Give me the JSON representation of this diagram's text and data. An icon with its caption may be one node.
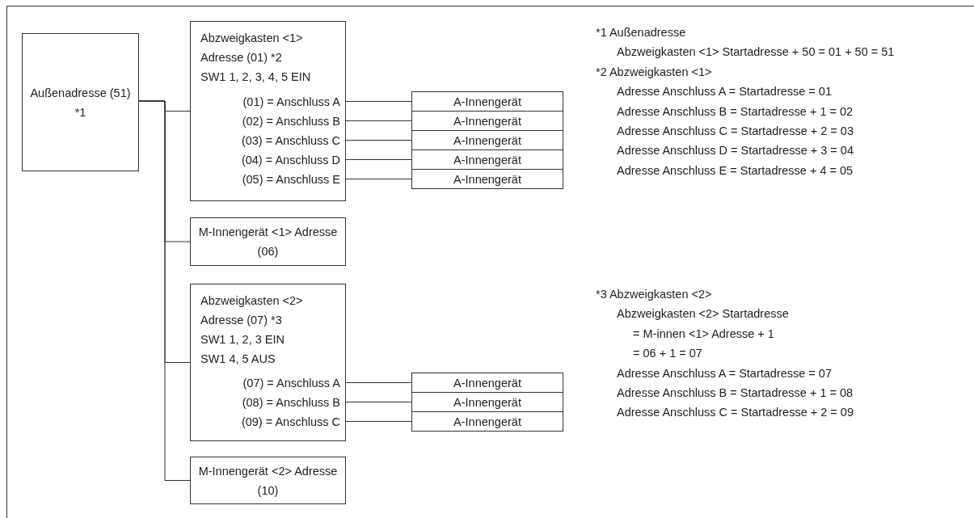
{
  "diagram": {
    "nodes": [
      {
        "text": [
          "Außenadresse (51) *1"
        ]
      },
      {
        "text": [
          "Abzweigkasten <1>",
          "Adresse (01) *2",
          "SW1 1, 2, 3, 4, 5 EIN"
        ]
      },
      {
        "text": [
          "(01) = Anschluss A"
        ],
        "in": 1
      },
      {
        "text": [
          "(02) = Anschluss B"
        ],
        "in": 1
      },
      {
        "text": [
          "(03) = Anschluss C"
        ],
        "in": 1
      },
      {
        "text": [
          "(04) = Anschluss D"
        ],
        "in": 1
      },
      {
        "text": [
          "(05) = Anschluss E"
        ],
        "in": 1
      },
      {
        "text": [
          "A-Innengerät"
        ]
      },
      {
        "text": [
          "A-Innengerät"
        ]
      },
      {
        "text": [
          "A-Innengerät"
        ]
      },
      {
        "text": [
          "A-Innengerät"
        ]
      },
      {
        "text": [
          "A-Innengerät"
        ]
      },
      {
        "text": [
          "M-Innengerät <1> Adresse (06)"
        ]
      },
      {
        "text": [
          "Abzweigkasten <2>",
          "Adresse (07) *3",
          "SW1 1, 2, 3 EIN",
          "SW1 4, 5 AUS"
        ]
      },
      {
        "text": [
          "(07) = Anschluss A"
        ],
        "in": 13
      },
      {
        "text": [
          "(08) = Anschluss B"
        ],
        "in": 13
      },
      {
        "text": [
          "(09) = Anschluss C"
        ],
        "in": 13
      },
      {
        "text": [
          "A-Innengerät"
        ]
      },
      {
        "text": [
          "A-Innengerät"
        ]
      },
      {
        "text": [
          "A-Innengerät"
        ]
      },
      {
        "text": [
          "M-Innengerät <2> Adresse (10)"
        ]
      }
    ],
    "edges": [
      {
        "from": 0,
        "to": 1,
        "arrow": "none"
      },
      {
        "from": 0,
        "to": 12,
        "arrow": "none"
      },
      {
        "from": 0,
        "to": 13,
        "arrow": "none"
      },
      {
        "from": 0,
        "to": 20,
        "arrow": "none"
      },
      {
        "from": 2,
        "to": 7,
        "arrow": "none"
      },
      {
        "from": 3,
        "to": 8,
        "arrow": "none"
      },
      {
        "from": 4,
        "to": 9,
        "arrow": "none"
      },
      {
        "from": 5,
        "to": 10,
        "arrow": "none"
      },
      {
        "from": 6,
        "to": 11,
        "arrow": "none"
      },
      {
        "from": 14,
        "to": 17,
        "arrow": "none"
      },
      {
        "from": 15,
        "to": 18,
        "arrow": "none"
      },
      {
        "from": 16,
        "to": 19,
        "arrow": "none"
      }
    ],
    "labels": [
      "*1 Außenadresse",
      "Abzweigkasten <1> Startadresse + 50 = 01 + 50 = 51",
      "*2 Abzweigkasten <1>",
      "Adresse Anschluss A = Startadresse = 01",
      "Adresse Anschluss B = Startadresse + 1 = 02",
      "Adresse Anschluss C = Startadresse + 2 = 03",
      "Adresse Anschluss D = Startadresse + 3 = 04",
      "Adresse Anschluss E = Startadresse + 4 = 05",
      "*3 Abzweigkasten <2>",
      "Abzweigkasten <2> Startadresse",
      "= M-innen <1> Adresse + 1",
      "= 06 + 1 = 07",
      "Adresse Anschluss A = Startadresse = 07",
      "Adresse Anschluss B = Startadresse + 1 = 08",
      "Adresse Anschluss C = Startadresse + 2 = 09"
    ]
  }
}
